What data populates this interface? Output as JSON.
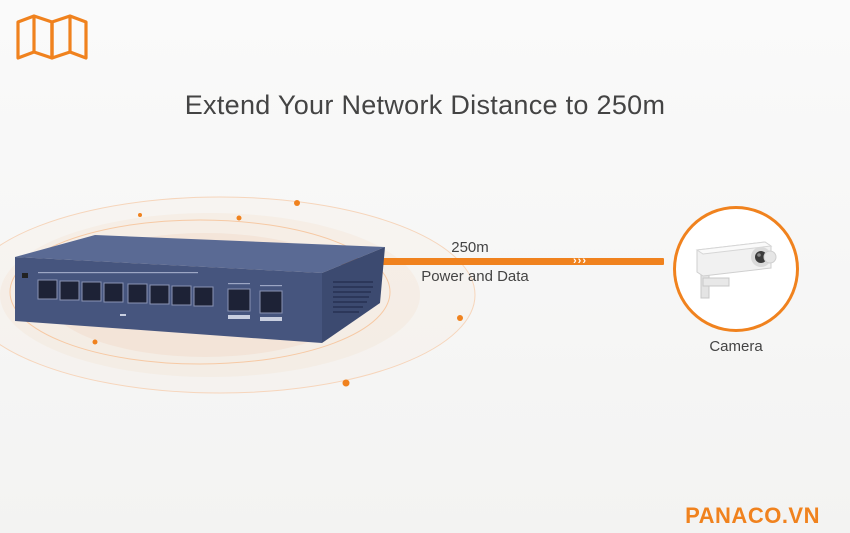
{
  "header": {
    "title": "Extend Your Network Distance to 250m"
  },
  "link": {
    "distance": "250m",
    "description": "Power and Data"
  },
  "camera": {
    "label": "Camera"
  },
  "footer": {
    "brand": "PANACO.VN"
  },
  "colors": {
    "accent": "#f0821e",
    "switch_body": "#4a5a85",
    "text": "#444444"
  },
  "icons": {
    "logo": "open-book-icon",
    "camera": "security-camera-icon",
    "device": "network-switch-icon"
  }
}
